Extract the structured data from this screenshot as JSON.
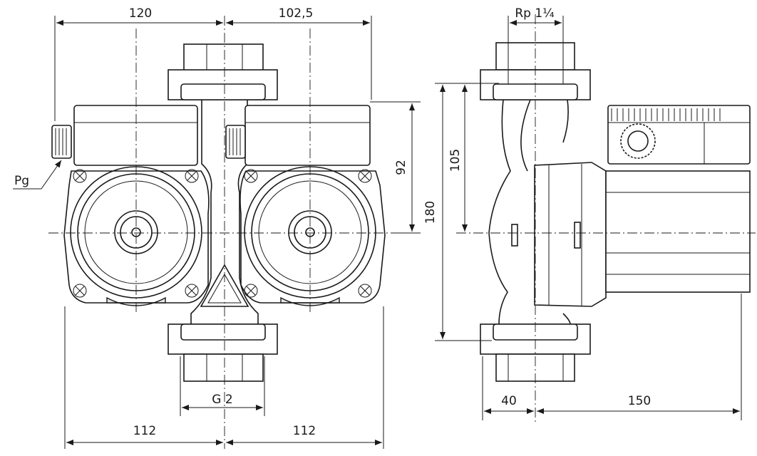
{
  "drawing": {
    "dimensions": {
      "top_left_width": "120",
      "top_right_width": "102,5",
      "thread_top": "Rp 1¼",
      "pressure_gauge": "Pg",
      "height_motor": "92",
      "height_half": "105",
      "height_total": "180",
      "thread_bottom": "G 2",
      "bottom_left_width": "112",
      "bottom_right_width": "112",
      "side_pipe": "40",
      "side_motor": "150"
    }
  }
}
